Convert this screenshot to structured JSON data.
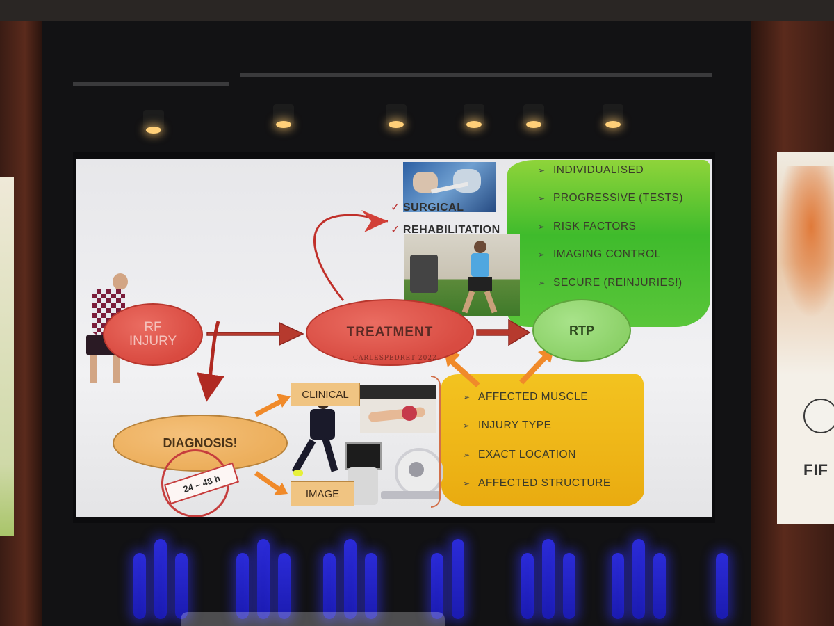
{
  "slide": {
    "rf_injury": {
      "line1": "RF",
      "line2": "INJURY"
    },
    "treatment": "TREATMENT",
    "rtp": "RTP",
    "diagnosis": "DIAGNOSIS!",
    "stamp": "24 – 48 h",
    "clinical": "CLINICAL",
    "image": "IMAGE",
    "watermark": "CARLESPEDRET 2022",
    "treatment_options": [
      "SURGICAL",
      "REHABILITATION"
    ],
    "rtp_principles": [
      "INDIVIDUALISED",
      "PROGRESSIVE (TESTS)",
      "RISK FACTORS",
      "IMAGING CONTROL",
      "SECURE (REINJURIES!)"
    ],
    "diagnosis_factors": [
      "AFFECTED MUSCLE",
      "INJURY TYPE",
      "EXACT LOCATION",
      "AFFECTED STRUCTURE"
    ],
    "bullet_symbol": "➢",
    "check_symbol": "✓"
  },
  "venue": {
    "banner_mark": "FIF"
  },
  "colors": {
    "red_node": "#d94a40",
    "green_node": "#8cd168",
    "orange_node": "#ecae5b",
    "arrow": "#b02a22",
    "orange_arrow": "#f08a2a"
  }
}
